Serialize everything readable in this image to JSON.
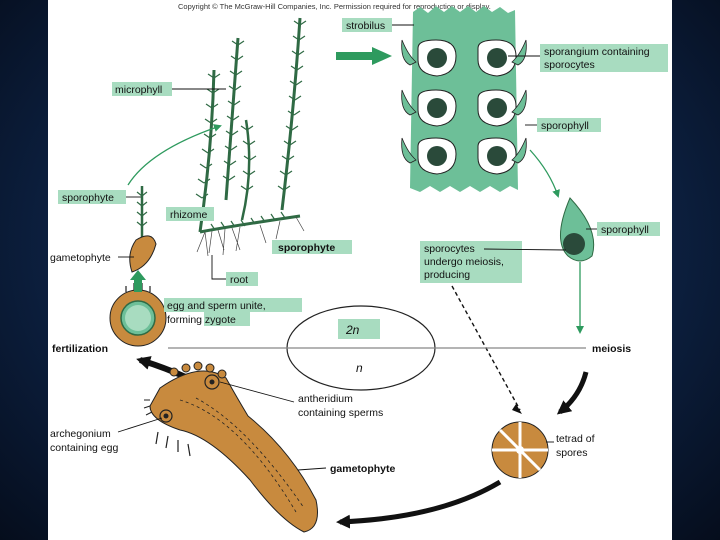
{
  "copyright": "Copyright © The McGraw-Hill Companies, Inc. Permission required for reproduction or display.",
  "labels": {
    "strobilus": "strobilus",
    "sporangium": [
      "sporangium containing",
      "sporocytes"
    ],
    "sporophyll_top": "sporophyll",
    "sporophyll_right": "sporophyll",
    "microphyll": "microphyll",
    "sporophyte_left": "sporophyte",
    "rhizome": "rhizome",
    "sporophyte_center": "sporophyte",
    "gametophyte_left": "gametophyte",
    "root": "root",
    "sporocytes": [
      "sporocytes",
      "undergo meiosis,",
      "producing"
    ],
    "egg_sperm": [
      "egg and sperm unite,",
      "forming zygote"
    ],
    "two_n": "2n",
    "n": "n",
    "fertilization": "fertilization",
    "meiosis": "meiosis",
    "antheridium": [
      "antheridium",
      "containing sperms"
    ],
    "archegonium": [
      "archegonium",
      "containing egg"
    ],
    "tetrad": [
      "tetrad of",
      "spores"
    ],
    "gametophyte_bottom": "gametophyte"
  },
  "colors": {
    "label_box": "#a8dcc0",
    "strobilus_green": "#6dbf98",
    "arrow_green": "#2e9a5e",
    "gametophyte_tan": "#c88a3e",
    "background_navy": "#0d2244"
  }
}
